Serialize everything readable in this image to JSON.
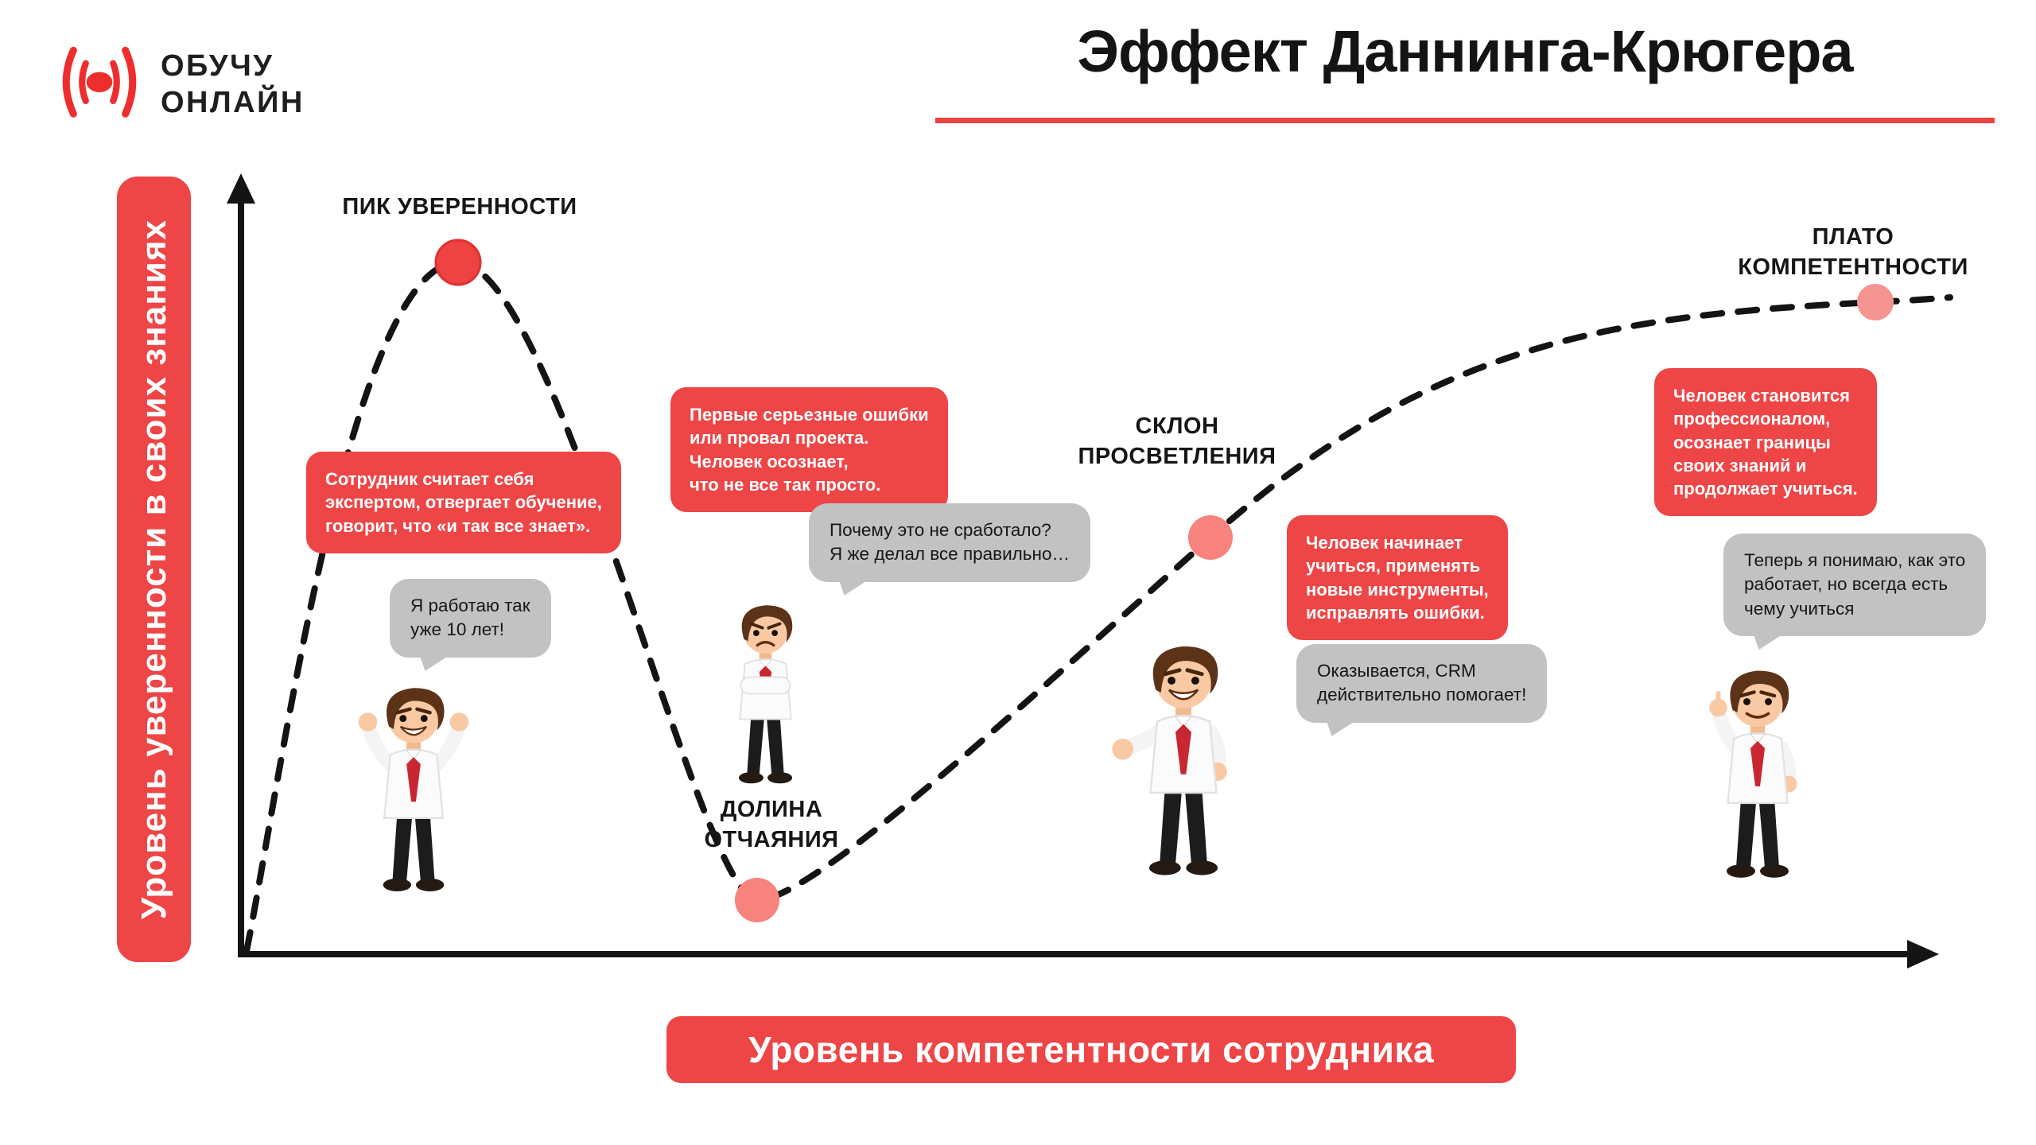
{
  "colors": {
    "accent_red": "#ee4546",
    "dot_peak_red": "#ee4243",
    "dot_salmon": "#f8827e",
    "gray_bubble": "#c2c2c2",
    "curve_black": "#141414",
    "background": "#ffffff"
  },
  "logo": {
    "icon": "broadcast-icon",
    "line1": "ОБУЧУ",
    "line2": "ОНЛАЙН"
  },
  "header": {
    "title": "Эффект Даннинга-Крюгера"
  },
  "axes": {
    "y_label": "Уровень уверенности в своих знаниях",
    "x_label": "Уровень компетентности сотрудника"
  },
  "stages": {
    "peak": {
      "lines": [
        "ПИК УВЕРЕННОСТИ"
      ]
    },
    "valley": {
      "lines": [
        "ДОЛИНА",
        "ОТЧАЯНИЯ"
      ]
    },
    "slope": {
      "lines": [
        "СКЛОН",
        "ПРОСВЕТЛЕНИЯ"
      ]
    },
    "plateau": {
      "lines": [
        "ПЛАТО",
        "КОМПЕТЕНТНОСТИ"
      ]
    }
  },
  "bubbles": {
    "red": [
      {
        "lines": [
          "Сотрудник считает себя",
          "экспертом, отвергает обучение,",
          "говорит, что «и так все знает»."
        ]
      },
      {
        "lines": [
          "Первые серьезные ошибки",
          "или провал проекта.",
          "Человек осознает,",
          "что не все так просто."
        ]
      },
      {
        "lines": [
          "Человек начинает",
          "учиться, применять",
          "новые инструменты,",
          "исправлять ошибки."
        ]
      },
      {
        "lines": [
          "Человек становится",
          "профессионалом,",
          "осознает границы",
          "своих знаний и",
          "продолжает учиться."
        ]
      }
    ],
    "gray": [
      {
        "lines": [
          "Я работаю так",
          "уже 10 лет!"
        ]
      },
      {
        "lines": [
          "Почему это не сработало?",
          "Я же делал все правильно…"
        ]
      },
      {
        "lines": [
          "Оказывается, CRM",
          "действительно помогает!"
        ]
      },
      {
        "lines": [
          "Теперь я понимаю, как это",
          "работает, но всегда есть",
          "чему учиться"
        ]
      }
    ]
  },
  "characters": [
    {
      "pose": "arms-raised-celebrating"
    },
    {
      "pose": "arms-crossed-frustrated"
    },
    {
      "pose": "presenting-open-palm"
    },
    {
      "pose": "pointing-up"
    }
  ]
}
